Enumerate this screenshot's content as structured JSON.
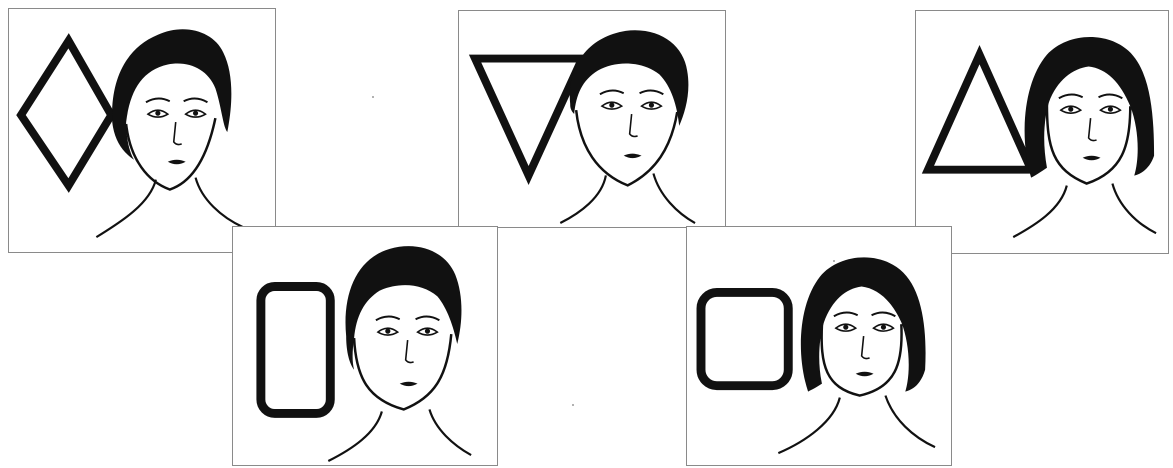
{
  "figure": {
    "background": "#ffffff",
    "ink_color": "#111111",
    "panel_border_color": "#8a8a8a",
    "panels": [
      {
        "shape": "diamond",
        "shape_icon": "diamond-icon",
        "hair": "side-swept-short"
      },
      {
        "shape": "inverted-triangle",
        "shape_icon": "inverted-triangle-icon",
        "hair": "swept-back"
      },
      {
        "shape": "triangle",
        "shape_icon": "triangle-icon",
        "hair": "center-part-bob"
      },
      {
        "shape": "oblong",
        "shape_icon": "rounded-rectangle-icon",
        "hair": "side-swept-tall"
      },
      {
        "shape": "square",
        "shape_icon": "rounded-square-icon",
        "hair": "center-part-bob"
      }
    ]
  }
}
